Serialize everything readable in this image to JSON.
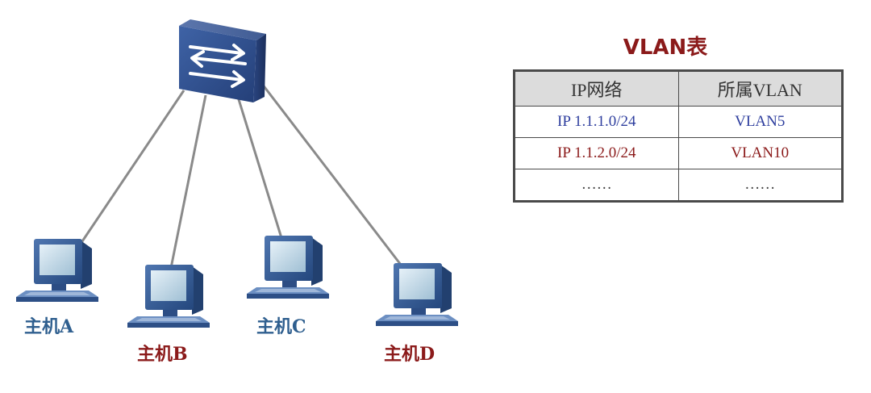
{
  "hosts": [
    {
      "label": "主机A",
      "color": "#2f5f8f"
    },
    {
      "label": "主机B",
      "color": "#8b1a1a"
    },
    {
      "label": "主机C",
      "color": "#2f5f8f"
    },
    {
      "label": "主机D",
      "color": "#8b1a1a"
    }
  ],
  "switch": {
    "icon": "switch-icon",
    "color": "#34518a"
  },
  "vlan_table": {
    "title": "VLAN表",
    "headers": [
      "IP网络",
      "所属VLAN"
    ],
    "rows": [
      {
        "ip": "IP 1.1.1.0/24",
        "vlan": "VLAN5",
        "color": "#2e3e9e"
      },
      {
        "ip": "IP 1.1.2.0/24",
        "vlan": "VLAN10",
        "color": "#8b1a1a"
      },
      {
        "ip": "……",
        "vlan": "……",
        "color": "#3a3a3a"
      }
    ]
  }
}
